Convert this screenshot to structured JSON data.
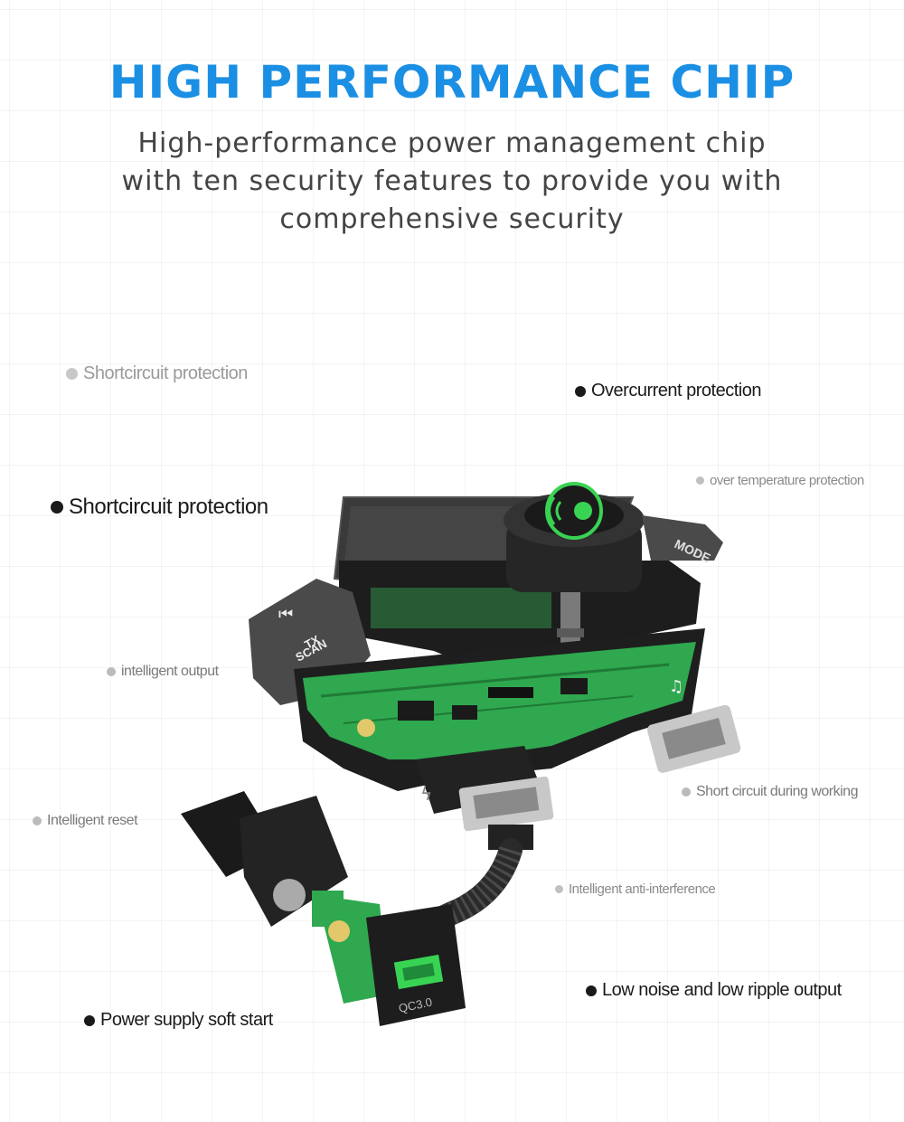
{
  "header": {
    "title": "HIGH PERFORMANCE CHIP",
    "subtitle_lines": [
      "High-performance power management chip",
      "with ten security features to provide you with",
      "comprehensive security"
    ]
  },
  "features": {
    "shortcircuit_faded": "Shortcircuit protection",
    "overcurrent": "Overcurrent protection",
    "over_temperature": "over temperature protection",
    "shortcircuit": "Shortcircuit protection",
    "intelligent_output": "intelligent output",
    "short_circuit_working": "Short circuit during working",
    "intelligent_reset": "Intelligent reset",
    "anti_interference": "Intelligent anti-interference",
    "low_noise": "Low noise and low ripple output",
    "soft_start": "Power supply soft start"
  },
  "product": {
    "button_tx_scan_line1": "TX",
    "button_tx_scan_line2": "SCAN",
    "button_mode": "MODE",
    "port_qc": "QC3.0",
    "prev_glyph": "⏮",
    "music_glyph": "♫",
    "bolt_glyph": "ϟ"
  },
  "colors": {
    "title": "#1b8fe3",
    "pcb": "#2fa84f",
    "body": "#1e1e1e",
    "indicator": "#39d353"
  }
}
